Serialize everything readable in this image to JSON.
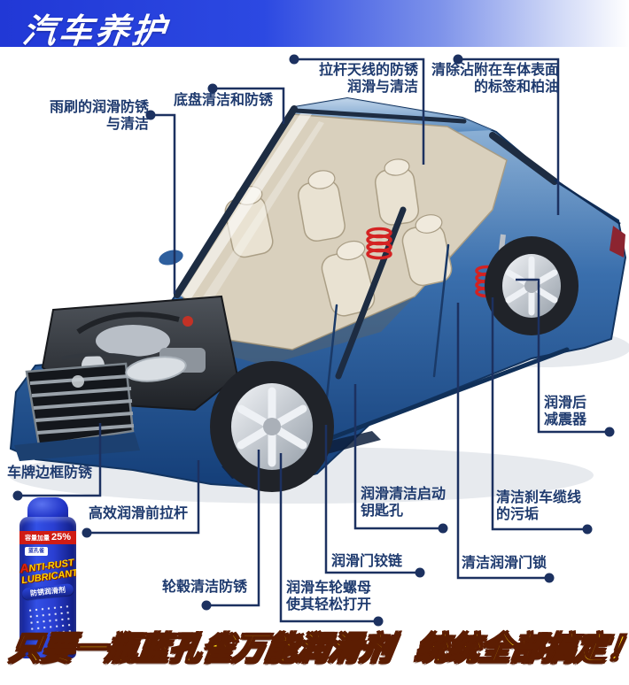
{
  "header": {
    "title": "汽车养护"
  },
  "callouts": [
    {
      "id": "wiper",
      "lines": [
        "雨刷的润滑防锈",
        "与清洁"
      ]
    },
    {
      "id": "chassis",
      "lines": [
        "底盘清洁和防锈"
      ]
    },
    {
      "id": "antenna",
      "lines": [
        "拉杆天线的防锈",
        "润滑与清洁"
      ]
    },
    {
      "id": "decal",
      "lines": [
        "清除沾附在车体表面",
        "的标签和柏油"
      ]
    },
    {
      "id": "shock",
      "lines": [
        "润滑后",
        "减震器"
      ]
    },
    {
      "id": "plate",
      "lines": [
        "车牌边框防锈"
      ]
    },
    {
      "id": "tierod",
      "lines": [
        "高效润滑前拉杆"
      ]
    },
    {
      "id": "hub",
      "lines": [
        "轮毂清洁防锈"
      ]
    },
    {
      "id": "lugnut",
      "lines": [
        "润滑车轮螺母",
        "使其轻松打开"
      ]
    },
    {
      "id": "hinge",
      "lines": [
        "润滑门铰链"
      ]
    },
    {
      "id": "ignition",
      "lines": [
        "润滑清洁启动",
        "钥匙孔"
      ]
    },
    {
      "id": "doorlock",
      "lines": [
        "清洁润滑门锁"
      ]
    },
    {
      "id": "brakecable",
      "lines": [
        "清洁刹车缆线",
        "的污垢"
      ]
    }
  ],
  "product_can": {
    "promo_band_prefix": "容量加量",
    "promo_band_value": "25%",
    "logo_text": "蓝孔雀",
    "brand_line1": "NTI-RUST",
    "brand_initial": "A",
    "brand_line2": "LUBRICANT",
    "product_name": "防锈润滑剂"
  },
  "tagline": {
    "part1": "只要一瓶蓝孔雀万能润滑剂",
    "part2": "统统全部搞定！"
  },
  "colors": {
    "header_blue": "#2138d6",
    "label_navy": "#1e3a6e",
    "connector_navy": "#1c3160",
    "tagline_yellow": "#ffe012",
    "tagline_outline": "#5c1d02",
    "car_body_blue": "#2b5ea0",
    "spring_red": "#d42222"
  }
}
